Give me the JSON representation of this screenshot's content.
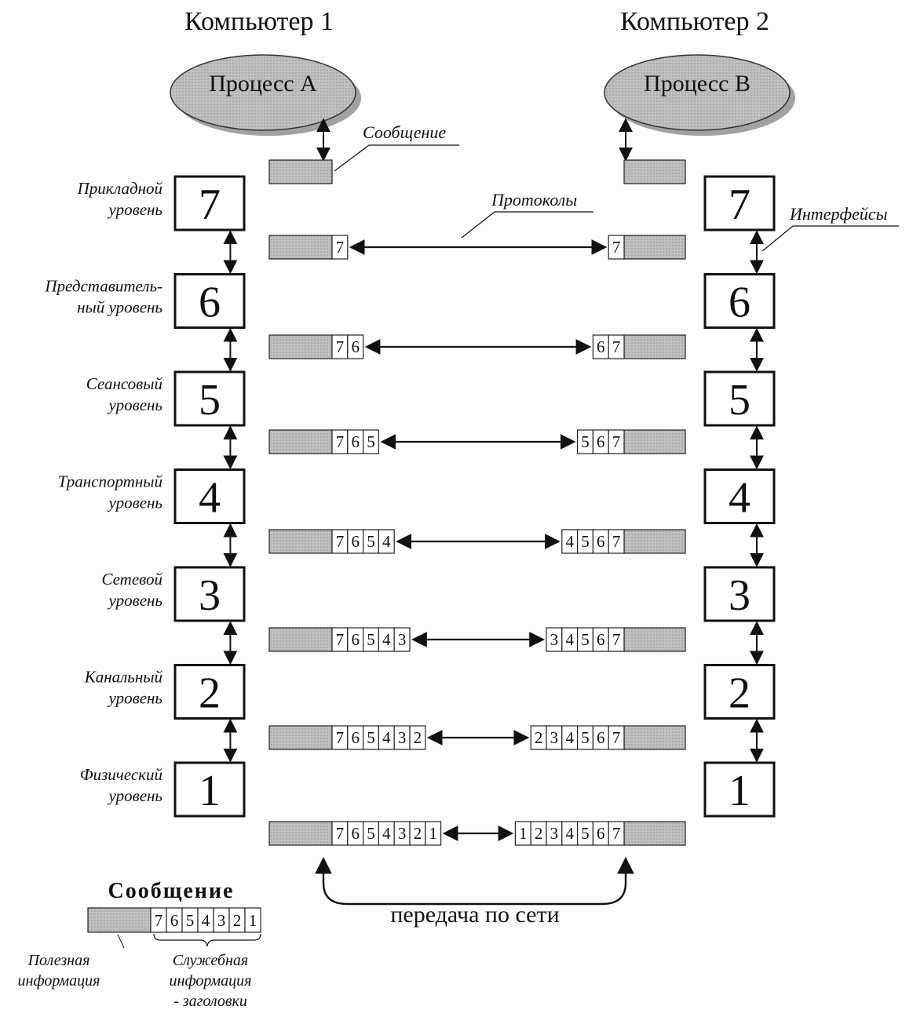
{
  "computer1_title": "Компьютер 1",
  "computer2_title": "Компьютер 2",
  "process_a": "Процесс А",
  "process_b": "Процесс В",
  "annotations": {
    "message": "Сообщение",
    "protocols": "Протоколы",
    "interfaces": "Интерфейсы"
  },
  "levels": [
    {
      "number": "7",
      "name_line1": "Прикладной",
      "name_line2": "уровень"
    },
    {
      "number": "6",
      "name_line1": "Представитель-",
      "name_line2": "ный уровень"
    },
    {
      "number": "5",
      "name_line1": "Сеансовый",
      "name_line2": "уровень"
    },
    {
      "number": "4",
      "name_line1": "Транспортный",
      "name_line2": "уровень"
    },
    {
      "number": "3",
      "name_line1": "Сетевой",
      "name_line2": "уровень"
    },
    {
      "number": "2",
      "name_line1": "Канальный",
      "name_line2": "уровень"
    },
    {
      "number": "1",
      "name_line1": "Физический",
      "name_line2": "уровень"
    }
  ],
  "messages": [
    {
      "left": [],
      "right": []
    },
    {
      "left": [
        "7"
      ],
      "right": [
        "7"
      ]
    },
    {
      "left": [
        "7",
        "6"
      ],
      "right": [
        "6",
        "7"
      ]
    },
    {
      "left": [
        "7",
        "6",
        "5"
      ],
      "right": [
        "5",
        "6",
        "7"
      ]
    },
    {
      "left": [
        "7",
        "6",
        "5",
        "4"
      ],
      "right": [
        "4",
        "5",
        "6",
        "7"
      ]
    },
    {
      "left": [
        "7",
        "6",
        "5",
        "4",
        "3"
      ],
      "right": [
        "3",
        "4",
        "5",
        "6",
        "7"
      ]
    },
    {
      "left": [
        "7",
        "6",
        "5",
        "4",
        "3",
        "2"
      ],
      "right": [
        "2",
        "3",
        "4",
        "5",
        "6",
        "7"
      ]
    },
    {
      "left": [
        "7",
        "6",
        "5",
        "4",
        "3",
        "2",
        "1"
      ],
      "right": [
        "1",
        "2",
        "3",
        "4",
        "5",
        "6",
        "7"
      ]
    }
  ],
  "network_label": "передача по сети",
  "legend": {
    "title": "Сообщение",
    "headers": [
      "7",
      "6",
      "5",
      "4",
      "3",
      "2",
      "1"
    ],
    "payload_line1": "Полезная",
    "payload_line2": "информация",
    "service_line1": "Служебная",
    "service_line2": "информация",
    "service_line3": "- заголовки"
  },
  "colors": {
    "payload": "#b9b9b9",
    "line": "#111111",
    "cloud": "#c8c8c8"
  }
}
